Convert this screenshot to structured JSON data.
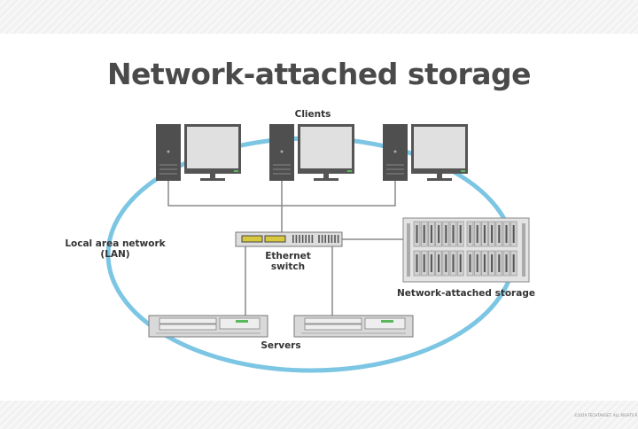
{
  "title": "Network-attached storage",
  "labels": {
    "clients": "Clients",
    "lan_line1": "Local area network",
    "lan_line2": "(LAN)",
    "switch_line1": "Ethernet",
    "switch_line2": "switch",
    "nas": "Network-attached storage",
    "servers": "Servers"
  },
  "copyright": "©2019 TECHTARGET. ALL RIGHTS R",
  "colors": {
    "lan_ring": "#7cc6e4",
    "device": "#555555",
    "screen": "#e0e0e0",
    "rack": "#d9d9d9",
    "led": "#5cb85c",
    "port": "#d8c840"
  }
}
